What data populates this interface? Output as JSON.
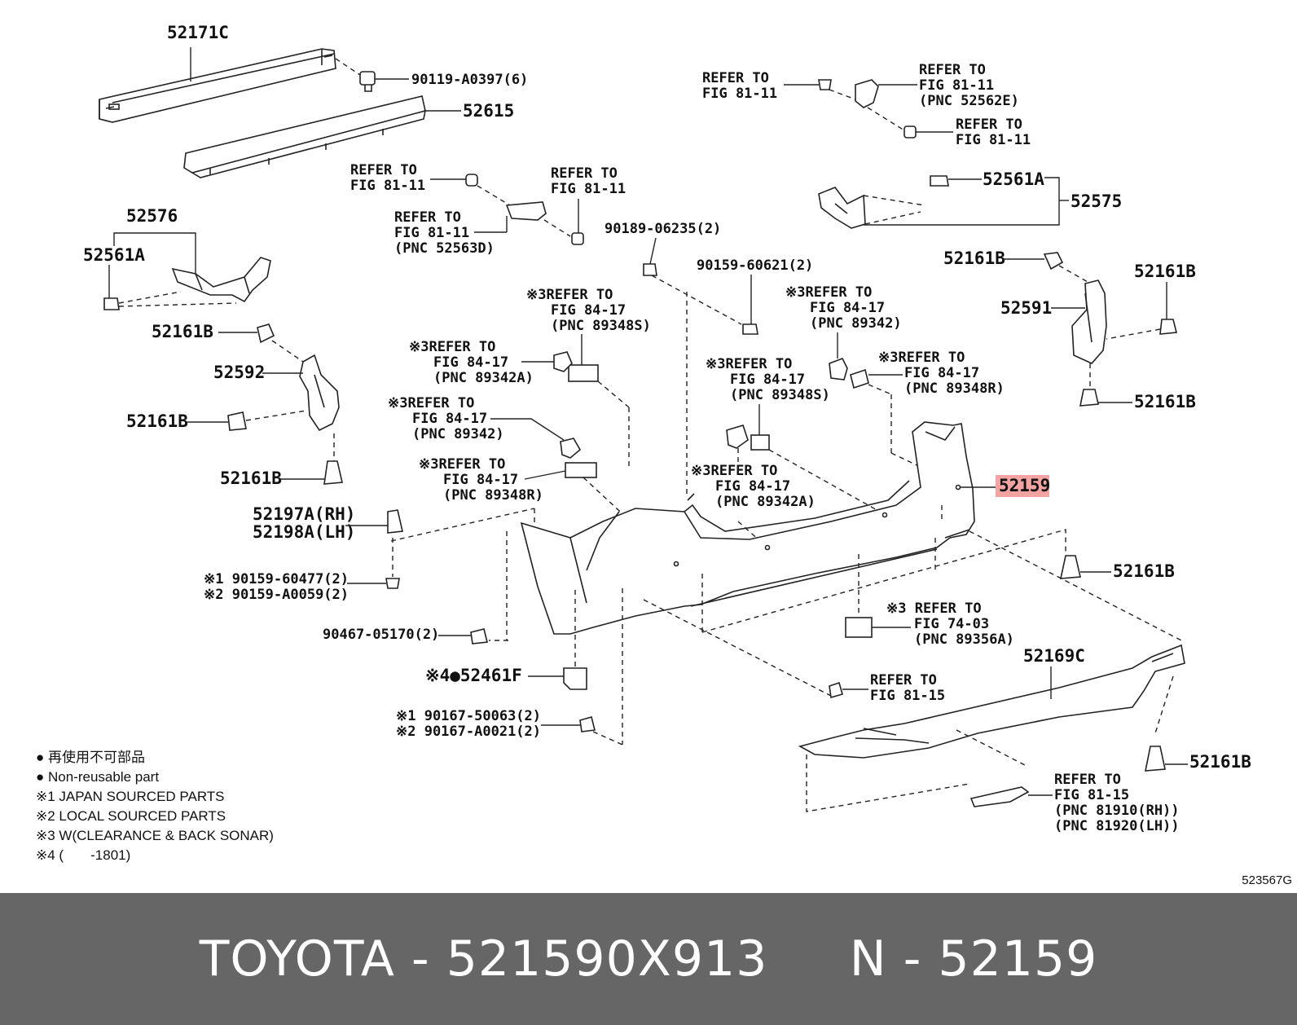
{
  "labels": {
    "p52171c": "52171C",
    "p90119": "90119-A0397(6)",
    "p52615": "52615",
    "ref1_a": "REFER TO",
    "ref1_b": "FIG 81-11",
    "ref2_a": "REFER TO",
    "ref2_b": "FIG 81-11",
    "ref2_c": "(PNC 52562E)",
    "ref3_a": "REFER TO",
    "ref3_b": "FIG 81-11",
    "p52561a_r": "52561A",
    "p52575": "52575",
    "ref4_a": "REFER TO",
    "ref4_b": "FIG 81-11",
    "ref5_a": "REFER TO",
    "ref5_b": "FIG 81-11",
    "ref6_a": "REFER TO",
    "ref6_b": "FIG 81-11",
    "ref6_c": "(PNC 52563D)",
    "p90189": "90189-06235(2)",
    "p52576": "52576",
    "p52561a_l": "52561A",
    "p90159_606": "90159-60621(2)",
    "p52161b_r1": "52161B",
    "p52161b_r2": "52161B",
    "p52591": "52591",
    "s3_1_a": "※3REFER TO",
    "s3_1_b": "FIG 84-17",
    "s3_1_c": "(PNC 89348S)",
    "s3_2_a": "※3REFER TO",
    "s3_2_b": "FIG 84-17",
    "s3_2_c": "(PNC 89342)",
    "p52161b_l1": "52161B",
    "s3_3_a": "※3REFER TO",
    "s3_3_b": "FIG 84-17",
    "s3_3_c": "(PNC 89342A)",
    "s3_4_a": "※3REFER TO",
    "s3_4_b": "FIG 84-17",
    "s3_4_c": "(PNC 89348S)",
    "s3_5_a": "※3REFER TO",
    "s3_5_b": "FIG 84-17",
    "s3_5_c": "(PNC 89348R)",
    "p52592": "52592",
    "p52161b_r3": "52161B",
    "s3_6_a": "※3REFER TO",
    "s3_6_b": "FIG 84-17",
    "s3_6_c": "(PNC 89342)",
    "p52161b_l2": "52161B",
    "s3_7_a": "※3REFER TO",
    "s3_7_b": "FIG 84-17",
    "s3_7_c": "(PNC 89348R)",
    "s3_8_a": "※3REFER TO",
    "s3_8_b": "FIG 84-17",
    "s3_8_c": "(PNC 89342A)",
    "p52159": "52159",
    "p52161b_l3": "52161B",
    "p52197a": "52197A(RH)",
    "p52198a": "52198A(LH)",
    "p52161b_r4": "52161B",
    "s1_90159": "※1 90159-60477(2)",
    "s2_90159": "※2 90159-A0059(2)",
    "s3_9_a": "※3 REFER TO",
    "s3_9_b": "FIG 74-03",
    "s3_9_c": "(PNC 89356A)",
    "p90467": "90467-05170(2)",
    "p52169c": "52169C",
    "s4_52461f": "※4●52461F",
    "ref7_a": "REFER TO",
    "ref7_b": "FIG 81-15",
    "s1_90167": "※1 90167-50063(2)",
    "s2_90167": "※2 90167-A0021(2)",
    "p52161b_r5": "52161B",
    "ref8_a": "REFER TO",
    "ref8_b": "FIG 81-15",
    "ref8_c": "(PNC 81910(RH))",
    "ref8_d": "(PNC 81920(LH))"
  },
  "legend": [
    "● 再使用不可部品",
    "● Non-reusable part",
    "※1 JAPAN SOURCED PARTS",
    "※2 LOCAL SOURCED PARTS",
    "※3 W(CLEARANCE & BACK SONAR)",
    "※4 (       -1801)"
  ],
  "figure_code": "523567G",
  "footer": "TOYOTA - 521590X913     N - 52159",
  "highlight_color": "#f4a3a3"
}
